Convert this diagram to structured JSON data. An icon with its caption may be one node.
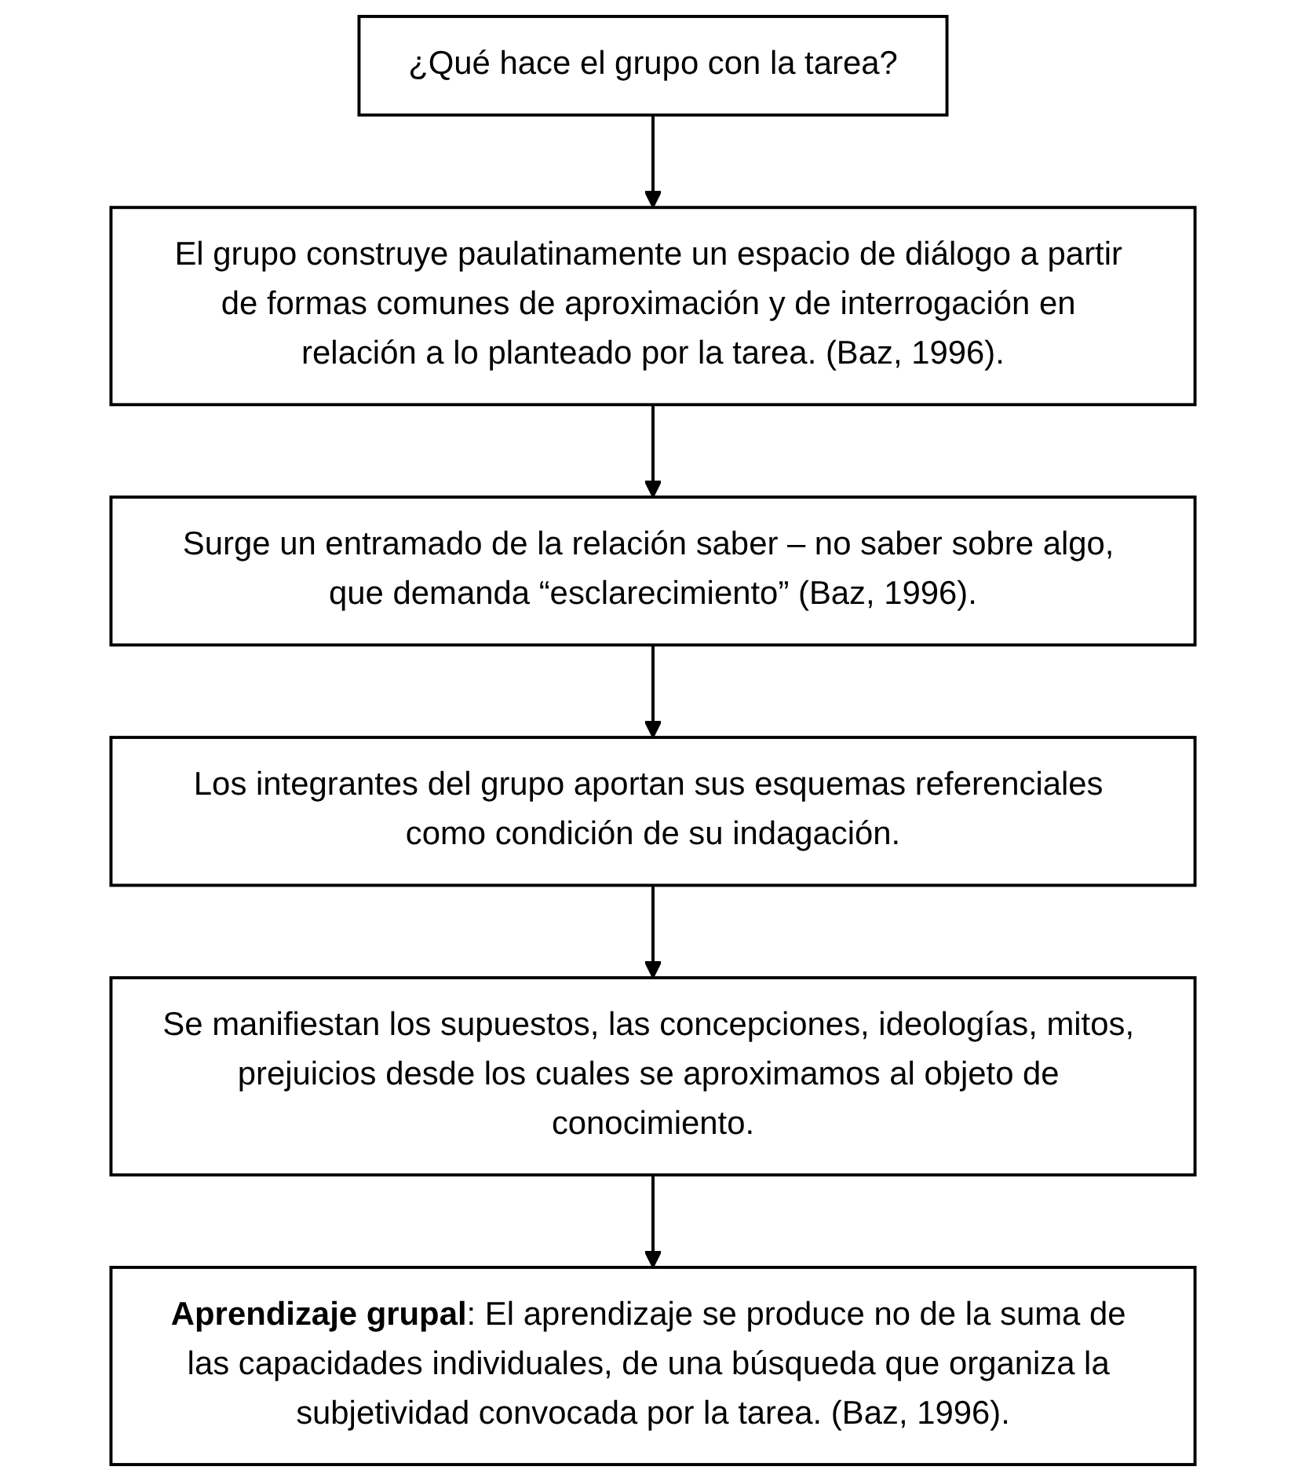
{
  "diagram": {
    "nodes": [
      {
        "text": [
          "¿Qué hace el grupo con la tarea?"
        ]
      },
      {
        "text": [
          "El grupo construye paulatinamente un espacio de diálogo a partir de formas comunes de aproximación y de interrogación en relación a lo planteado por la tarea. (Baz, 1996)."
        ]
      },
      {
        "text": [
          "Surge un entramado de la relación saber – no saber sobre algo, que demanda “esclarecimiento” (Baz, 1996)."
        ]
      },
      {
        "text": [
          "Los integrantes del grupo aportan sus esquemas referenciales como condición de su indagación."
        ]
      },
      {
        "text": [
          "Se manifiestan los supuestos, las concepciones, ideologías, mitos, prejuicios desde los cuales se aproximamos al objeto de conocimiento."
        ]
      },
      {
        "text": [
          "**Aprendizaje grupal**: El aprendizaje se produce no de la suma de las capacidades individuales, de una búsqueda que organiza la subjetividad convocada por la tarea. (Baz, 1996)."
        ]
      }
    ],
    "edges": [
      {
        "from": 0,
        "to": 1,
        "arrow": "to"
      },
      {
        "from": 1,
        "to": 2,
        "arrow": "to"
      },
      {
        "from": 2,
        "to": 3,
        "arrow": "to"
      },
      {
        "from": 3,
        "to": 4,
        "arrow": "to"
      },
      {
        "from": 4,
        "to": 5,
        "arrow": "to"
      }
    ]
  }
}
